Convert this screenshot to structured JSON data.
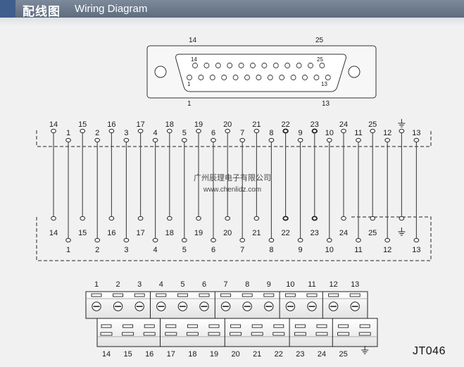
{
  "header": {
    "title_cn": "配线图",
    "title_en": "Wiring Diagram"
  },
  "model": "JT046",
  "watermark": {
    "line1": "广州辰理电子有限公司",
    "line2": "www.chenlidz.com"
  },
  "connector": {
    "top_row": [
      "14",
      "15",
      "16",
      "17",
      "18",
      "19",
      "20",
      "21",
      "22",
      "23",
      "24",
      "25"
    ],
    "bottom_row": [
      "1",
      "2",
      "3",
      "4",
      "5",
      "6",
      "7",
      "8",
      "9",
      "10",
      "11",
      "12",
      "13"
    ],
    "outer_left_top": "14",
    "outer_right_top": "25",
    "outer_left_bottom": "1",
    "outer_right_bottom": "13",
    "inner_left_top": "14",
    "inner_right_top": "25",
    "inner_left_bottom": "1",
    "inner_right_bottom": "13"
  },
  "wiring": {
    "upper_pins": [
      "14",
      "15",
      "16",
      "17",
      "18",
      "19",
      "20",
      "21",
      "22",
      "23",
      "24",
      "25",
      "ground"
    ],
    "lower_pins": [
      "1",
      "2",
      "3",
      "4",
      "5",
      "6",
      "7",
      "8",
      "9",
      "10",
      "11",
      "12",
      "13"
    ]
  },
  "terminal_block": {
    "top_labels": [
      "1",
      "2",
      "3",
      "4",
      "5",
      "6",
      "7",
      "8",
      "9",
      "10",
      "11",
      "12",
      "13"
    ],
    "bottom_labels": [
      "14",
      "15",
      "16",
      "17",
      "18",
      "19",
      "20",
      "21",
      "22",
      "23",
      "24",
      "25",
      "ground"
    ]
  }
}
